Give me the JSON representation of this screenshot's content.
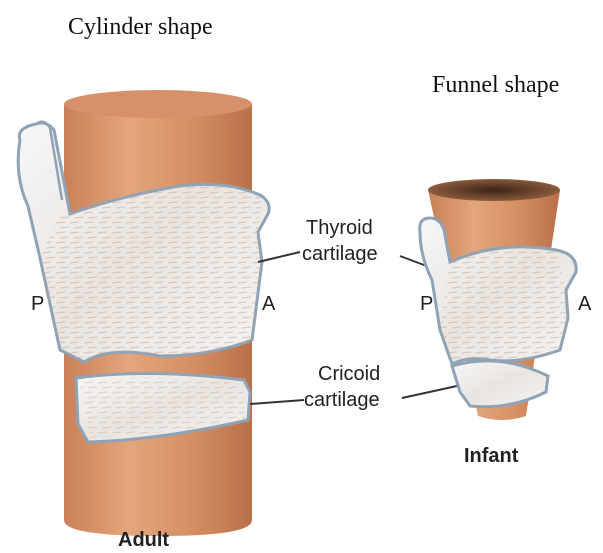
{
  "labels": {
    "cylinder_title": "Cylinder shape",
    "funnel_title": "Funnel shape",
    "thyroid_line1": "Thyroid",
    "thyroid_line2": "cartilage",
    "cricoid_line1": "Cricoid",
    "cricoid_line2": "cartilage",
    "adult_p": "P",
    "adult_a": "A",
    "infant_p": "P",
    "infant_a": "A",
    "adult_caption": "Adult",
    "infant_caption": "Infant"
  },
  "colors": {
    "airway_tube": "#d79468",
    "airway_shadow": "#c27c52",
    "airway_inner": "#5a3a28",
    "cartilage_fill": "#efefef",
    "cartilage_outline": "#8fa3b6",
    "cartilage_tint": "#c9a78e",
    "leader_line": "#333333"
  }
}
